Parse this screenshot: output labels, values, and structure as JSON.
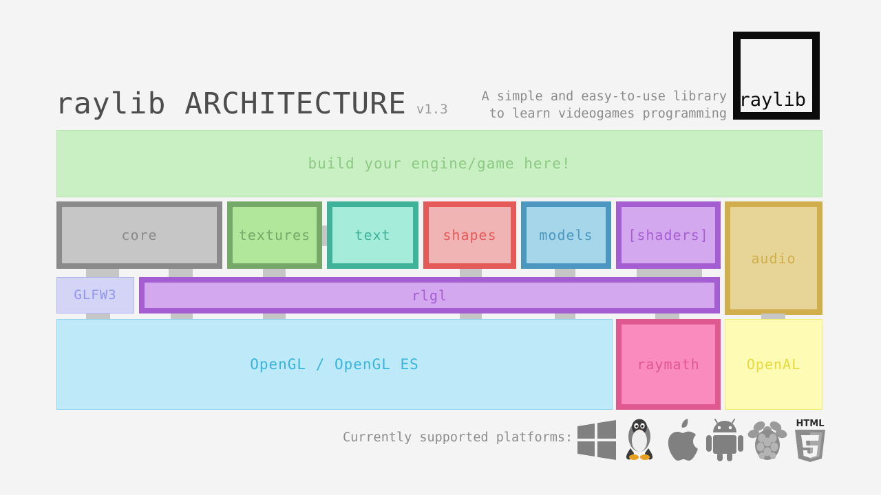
{
  "page": {
    "background": "#f4f4f4"
  },
  "header": {
    "title": "raylib ARCHITECTURE",
    "version": "v1.3",
    "tagline_line1": "A simple and easy-to-use library",
    "tagline_line2": "to learn videogames programming",
    "logo_text": "raylib"
  },
  "banner": {
    "label": "build your engine/game here!",
    "fill": "#c9f0c2",
    "text_color": "#8cc983"
  },
  "modules": [
    {
      "label": "core",
      "fill": "#c6c6c6",
      "border": "#8a8a8a",
      "text_color": "#8a8a8a"
    },
    {
      "label": "textures",
      "fill": "#b0e79b",
      "border": "#76a869",
      "text_color": "#76a869"
    },
    {
      "label": "text",
      "fill": "#a5ecdb",
      "border": "#3fb399",
      "text_color": "#3fb399"
    },
    {
      "label": "shapes",
      "fill": "#efb4b3",
      "border": "#e45a59",
      "text_color": "#e45a59"
    },
    {
      "label": "models",
      "fill": "#a6d6ea",
      "border": "#4c97bf",
      "text_color": "#4c97bf"
    },
    {
      "label": "[shaders]",
      "fill": "#d4a8ef",
      "border": "#a55ed2",
      "text_color": "#a55ed2"
    },
    {
      "label": "audio",
      "fill": "#e6d596",
      "border": "#cfae4b",
      "text_color": "#cfae4b"
    }
  ],
  "middle_row": [
    {
      "label": "GLFW3",
      "fill": "#d3d4f6",
      "border": "#b4b6ee",
      "text_color": "#9295ef"
    },
    {
      "label": "rlgl",
      "fill": "#d4a8ef",
      "border": "#a55ed2",
      "text_color": "#a55ed2"
    }
  ],
  "bottom_row": [
    {
      "label": "OpenGL / OpenGL ES",
      "fill": "#bde9f8",
      "border": "#8fd5ee",
      "text_color": "#37b4de"
    },
    {
      "label": "raymath",
      "fill": "#f98bbf",
      "border": "#e05890",
      "text_color": "#e05890"
    },
    {
      "label": "OpenAL",
      "fill": "#fdfbb4",
      "border": "#f4ec6d",
      "text_color": "#e8d93a"
    }
  ],
  "footer": {
    "label": "Currently supported platforms:",
    "platforms": [
      {
        "name": "windows-icon"
      },
      {
        "name": "linux-penguin-icon"
      },
      {
        "name": "apple-icon"
      },
      {
        "name": "android-icon"
      },
      {
        "name": "raspberry-pi-icon"
      },
      {
        "name": "html5-icon"
      }
    ],
    "icon_color": "#808080"
  }
}
